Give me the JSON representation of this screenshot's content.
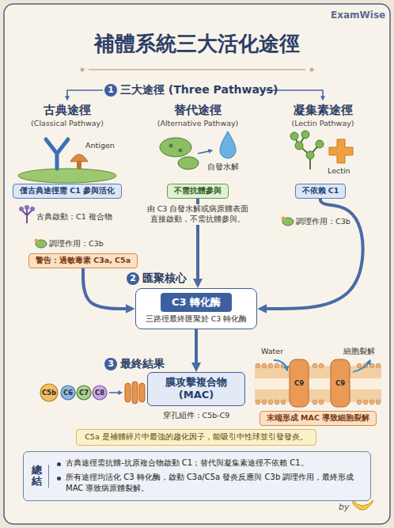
{
  "diagram": {
    "title": "補體系統三大活化途徑",
    "nodes": [
      {
        "text": [
          "僅古典途徑需 C1 參與活化"
        ]
      },
      {
        "text": [
          "警告：過敏毒素 C3a, C5a"
        ]
      },
      {
        "text": [
          "不需抗體參與"
        ]
      },
      {
        "text": [
          "不依賴 C1"
        ]
      },
      {
        "text": [
          "三路徑最終匯聚於 C3 轉化酶"
        ]
      },
      {
        "text": [
          "C3 轉化酶"
        ],
        "in": 4
      },
      {
        "text": [
          "膜攻擊複合物 (MAC)"
        ]
      },
      {
        "text": [
          "末端形成 MAC 導致細胞裂解"
        ]
      },
      {
        "text": [
          "C5a 是補體碎片中最強的趨化因子，能吸引中性球並引發發炎。"
        ]
      },
      {
        "text": [
          "總結",
          "古典途徑需抗體-抗原複合物啟動 C1；替代與凝集素途徑不依賴 C1。",
          "所有途徑均活化 C3 轉化酶，啟動 C3a/C5a 發炎反應與 C3b 調理作用，最終形成 MAC 導致病原體裂解。"
        ]
      }
    ],
    "edges": [
      {
        "from": 1,
        "to": 4,
        "arrow": "to"
      },
      {
        "from": 2,
        "to": 4,
        "arrow": "to"
      },
      {
        "from": 3,
        "to": 4,
        "arrow": "to"
      },
      {
        "from": 4,
        "to": 6,
        "arrow": "to"
      }
    ],
    "labels": [
      "ExamWise",
      "1",
      "三大途徑 (Three Pathways)",
      "古典途徑",
      "(Classical Pathway)",
      "Antigen",
      "替代途徑",
      "(Alternative Pathway)",
      "自發水解",
      "凝集素途徑",
      "(Lectin Pathway)",
      "Lectin",
      "古典啟動：C1 複合物",
      "調理作用：C3b",
      "由 C3 自發水解或病原體表面直接啟動，不需抗體參與。",
      "調理作用：C3b",
      "2",
      "匯聚核心",
      "3",
      "最終結果",
      "C5b",
      "C6",
      "C7",
      "C8",
      "穿孔組件：C5b-C9",
      "Water",
      "細胞裂解",
      "C9",
      "C9",
      "by"
    ]
  }
}
